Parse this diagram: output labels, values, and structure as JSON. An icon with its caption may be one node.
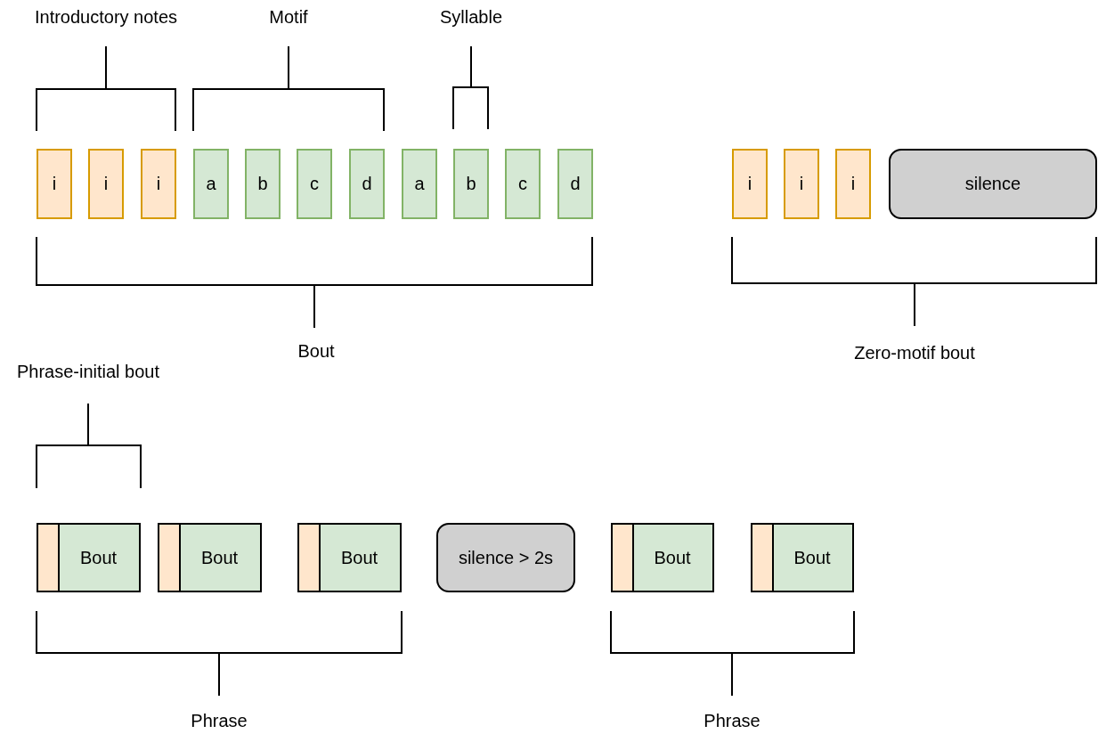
{
  "diagram": {
    "nodes": [
      {
        "text": [
          "i"
        ]
      },
      {
        "text": [
          "i"
        ]
      },
      {
        "text": [
          "i"
        ]
      },
      {
        "text": [
          "a"
        ]
      },
      {
        "text": [
          "b"
        ]
      },
      {
        "text": [
          "c"
        ]
      },
      {
        "text": [
          "d"
        ]
      },
      {
        "text": [
          "a"
        ]
      },
      {
        "text": [
          "b"
        ]
      },
      {
        "text": [
          "c"
        ]
      },
      {
        "text": [
          "d"
        ]
      },
      {
        "text": [
          "i"
        ]
      },
      {
        "text": [
          "i"
        ]
      },
      {
        "text": [
          "i"
        ]
      },
      {
        "text": [
          "silence"
        ]
      },
      {
        "text": [
          "Bout"
        ]
      },
      {
        "text": [
          "Bout"
        ]
      },
      {
        "text": [
          "Bout"
        ]
      },
      {
        "text": [
          "silence > 2s"
        ]
      },
      {
        "text": [
          "Bout"
        ]
      },
      {
        "text": [
          "Bout"
        ]
      }
    ],
    "labels": [
      "Introductory notes",
      "Motif",
      "Syllable",
      "Bout",
      "Zero-motif bout",
      "Phrase-initial bout",
      "Phrase",
      "Phrase"
    ]
  }
}
